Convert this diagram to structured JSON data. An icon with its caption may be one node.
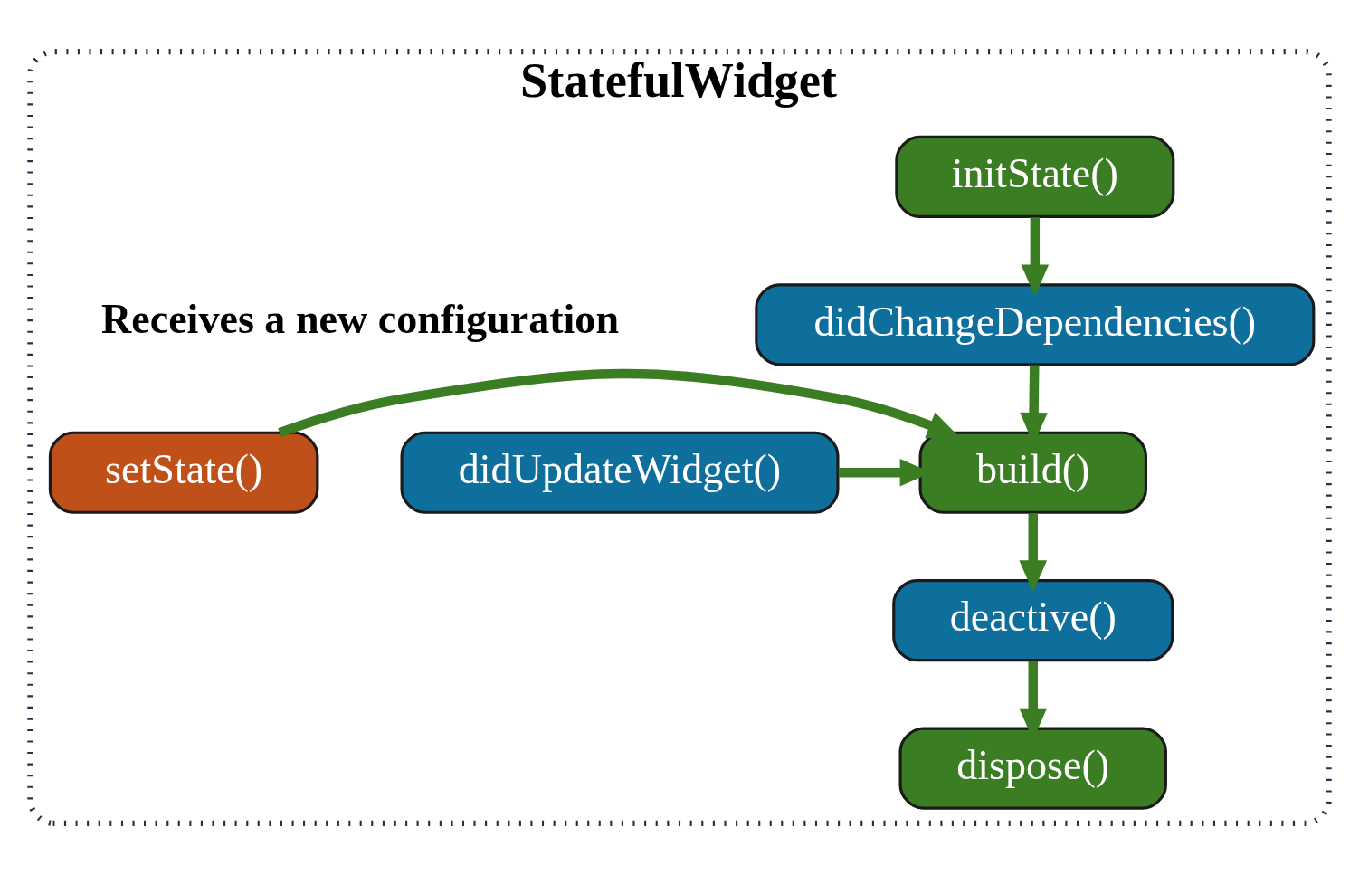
{
  "diagram": {
    "nodes": [
      {
        "text": [
          "StatefulWidget"
        ]
      },
      {
        "text": [
          "initState()"
        ],
        "in": 0
      },
      {
        "text": [
          "didChangeDependencies()"
        ],
        "in": 0
      },
      {
        "text": [
          "didUpdateWidget()"
        ],
        "in": 0,
        "beside": [
          "Receives a new configuration"
        ]
      },
      {
        "text": [
          "build()"
        ],
        "in": 0
      },
      {
        "text": [
          "setState()"
        ],
        "in": 0
      },
      {
        "text": [
          "deactive()"
        ],
        "in": 0
      },
      {
        "text": [
          "dispose()"
        ],
        "in": 0
      }
    ],
    "edges": [
      {
        "from": 1,
        "to": 2,
        "arrow": "to"
      },
      {
        "from": 2,
        "to": 4,
        "arrow": "to"
      },
      {
        "from": 3,
        "to": 4,
        "arrow": "to"
      },
      {
        "from": 5,
        "to": 4,
        "arrow": "to"
      },
      {
        "from": 4,
        "to": 6,
        "arrow": "to"
      },
      {
        "from": 6,
        "to": 7,
        "arrow": "to"
      }
    ]
  }
}
